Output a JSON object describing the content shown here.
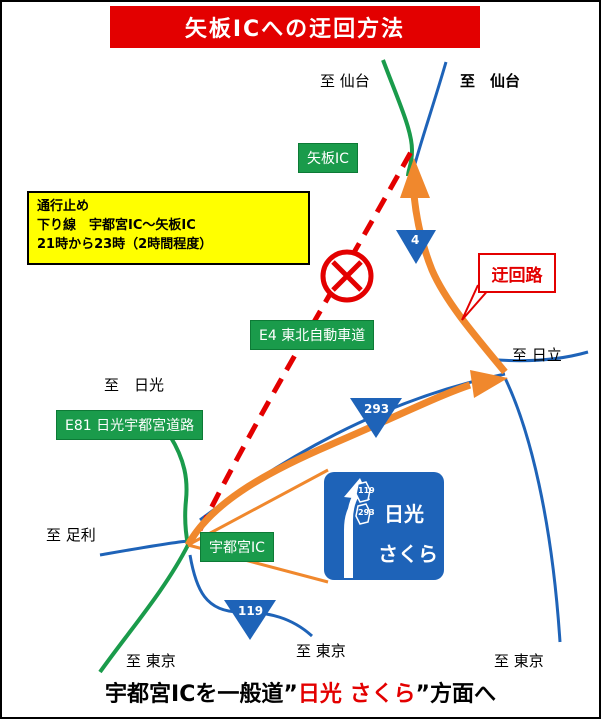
{
  "title": "矢板ICへの迂回方法",
  "notice": {
    "line1": "通行止め",
    "line2": "下り線　宇都宮IC～矢板IC",
    "line3": "21時から23時（2時間程度）"
  },
  "detour_label": "迂回路",
  "signs": {
    "yaita_ic": "矢板IC",
    "e4": "E4 東北自動車道",
    "e81": "E81 日光宇都宮道路",
    "utsunomiya_ic": "宇都宮IC"
  },
  "destinations": {
    "sendai_left": "至 仙台",
    "sendai_right": "至　仙台",
    "hitachi": "至 日立",
    "nikko": "至　日光",
    "ashikaga": "至 足利",
    "tokyo_left": "至 東京",
    "tokyo_mid": "至 東京",
    "tokyo_right": "至 東京"
  },
  "route_numbers": {
    "r4": "4",
    "r293": "293",
    "r119": "119"
  },
  "guide_sign": {
    "shield1": "119",
    "shield2": "293",
    "text1": "日光",
    "text2": "さくら"
  },
  "bottom": {
    "prefix": "宇都宮ICを一般道”",
    "highlight": "日光 さくら",
    "suffix": "”方面へ"
  },
  "colors": {
    "closure_red": "#e30000",
    "detour_orange": "#f0882d",
    "expressway_green": "#1a9b4b",
    "road_blue": "#1e63b8",
    "notice_yellow": "#ffff00"
  },
  "icons": {
    "closure": "no-entry-cross-icon"
  }
}
